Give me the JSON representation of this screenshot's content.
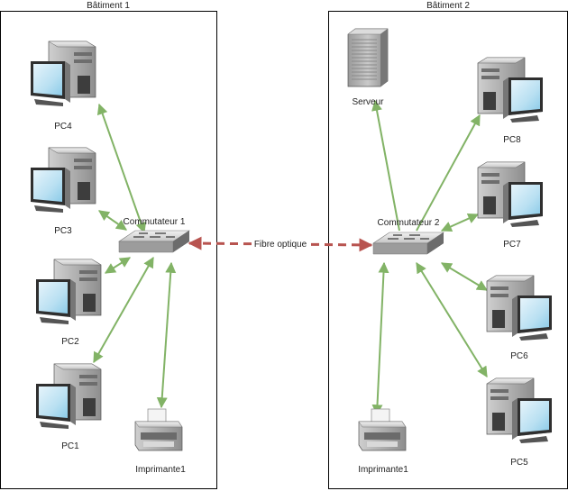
{
  "buildings": [
    {
      "id": "b1",
      "title": "Bâtiment 1"
    },
    {
      "id": "b2",
      "title": "Bâtiment 2"
    }
  ],
  "devices": [
    {
      "id": "pc4",
      "type": "pc",
      "label": "PC4"
    },
    {
      "id": "pc3",
      "type": "pc",
      "label": "PC3"
    },
    {
      "id": "pc2",
      "type": "pc",
      "label": "PC2"
    },
    {
      "id": "pc1",
      "type": "pc",
      "label": "PC1"
    },
    {
      "id": "sw1",
      "type": "switch",
      "label": "Commutateur 1"
    },
    {
      "id": "pr1",
      "type": "printer",
      "label": "Imprimante1"
    },
    {
      "id": "srv",
      "type": "server",
      "label": "Serveur"
    },
    {
      "id": "pc8",
      "type": "pc",
      "label": "PC8"
    },
    {
      "id": "pc7",
      "type": "pc",
      "label": "PC7"
    },
    {
      "id": "sw2",
      "type": "switch",
      "label": "Commutateur 2"
    },
    {
      "id": "pc6",
      "type": "pc",
      "label": "PC6"
    },
    {
      "id": "pc5",
      "type": "pc",
      "label": "PC5"
    },
    {
      "id": "pr2",
      "type": "printer",
      "label": "Imprimante1"
    }
  ],
  "links": [
    {
      "from": "sw1",
      "to": "pc4"
    },
    {
      "from": "sw1",
      "to": "pc3"
    },
    {
      "from": "sw1",
      "to": "pc2"
    },
    {
      "from": "sw1",
      "to": "pc1"
    },
    {
      "from": "sw1",
      "to": "pr1"
    },
    {
      "from": "sw2",
      "to": "srv"
    },
    {
      "from": "sw2",
      "to": "pc8"
    },
    {
      "from": "sw2",
      "to": "pc7"
    },
    {
      "from": "sw2",
      "to": "pc6"
    },
    {
      "from": "sw2",
      "to": "pc5"
    },
    {
      "from": "sw2",
      "to": "pr2"
    }
  ],
  "backbone": {
    "from": "sw1",
    "to": "sw2",
    "label": "Fibre optique"
  },
  "colors": {
    "link": "#82b366",
    "backbone": "#b85450",
    "border": "#000000"
  }
}
